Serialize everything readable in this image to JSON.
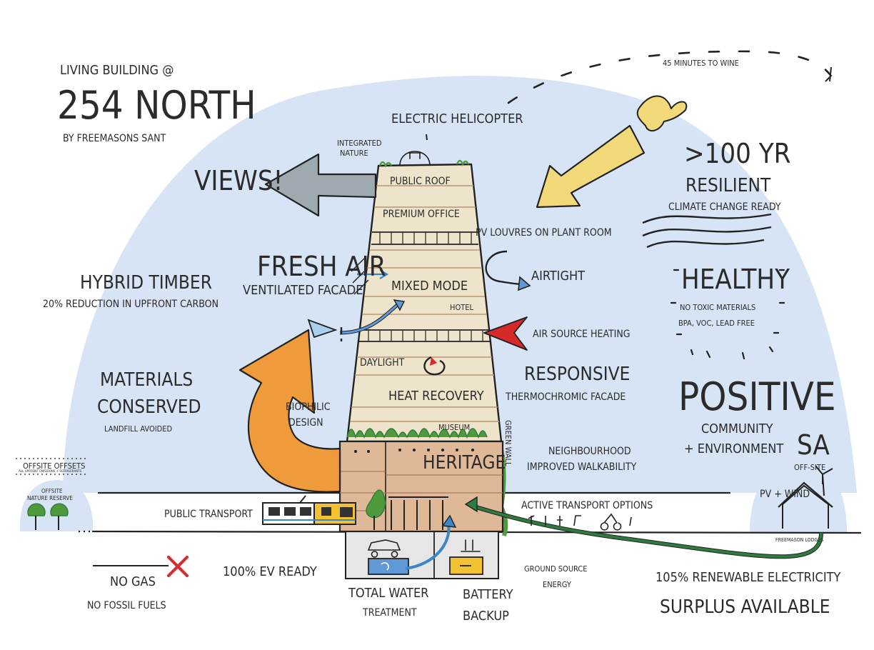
{
  "header": {
    "line1": "LIVING BUILDING @",
    "line2": "254 NORTH",
    "line3": "BY FREEMASONS SANT"
  },
  "top": {
    "wine": "45 MINUTES TO WINE",
    "helicopter": "ELECTRIC HELICOPTER",
    "integrated_1": "INTEGRATED",
    "integrated_2": "NATURE",
    "views": "VIEWS!"
  },
  "tower": {
    "public_roof": "PUBLIC ROOF",
    "premium_office": "PREMIUM OFFICE",
    "mixed_mode": "MIXED MODE",
    "hotel": "HOTEL",
    "daylight": "DAYLIGHT",
    "heat_recovery": "HEAT RECOVERY",
    "museum": "MUSEUM",
    "green_wall": "GREEN WALL",
    "heritage": "HERITAGE"
  },
  "left": {
    "fresh_air": "FRESH AIR",
    "ventilated": "VENTILATED FACADE",
    "hybrid": "HYBRID TIMBER",
    "hybrid_sub": "20% REDUCTION IN UPFRONT CARBON",
    "materials_1": "MATERIALS",
    "materials_2": "CONSERVED",
    "landfill": "LANDFILL AVOIDED",
    "bio_1": "BIOPHILIC",
    "bio_2": "DESIGN",
    "offsets": "OFFSITE OFFSETS",
    "offsets_small": "ALL UPFRONT EMISSIONS + REFRIGERANTS",
    "reserve_1": "OFFSITE",
    "reserve_2": "NATURE RESERVE",
    "public_transport": "PUBLIC TRANSPORT",
    "no_gas": "NO GAS",
    "no_fossil": "NO FOSSIL FUELS",
    "ev": "100% EV READY",
    "water_1": "TOTAL WATER",
    "water_2": "TREATMENT",
    "battery_1": "BATTERY",
    "battery_2": "BACKUP"
  },
  "right": {
    "pv_louvres": "PV LOUVRES ON PLANT ROOM",
    "airtight": "AIRTIGHT",
    "air_source": "AIR SOURCE HEATING",
    "responsive": "RESPONSIVE",
    "thermo": "THERMOCHROMIC FACADE",
    "neighbourhood": "NEIGHBOURHOOD",
    "walkability": "IMPROVED WALKABILITY",
    "active": "ACTIVE TRANSPORT OPTIONS",
    "ground_1": "GROUND SOURCE",
    "ground_2": "ENERGY",
    "yr": ">100 YR",
    "resilient": "RESILIENT",
    "climate": "CLIMATE CHANGE READY",
    "healthy": "HEALTHY",
    "toxic": "NO TOXIC MATERIALS",
    "bpa": "BPA, VOC, LEAD FREE",
    "positive": "POSITIVE",
    "community": "COMMUNITY",
    "environment": "+ ENVIRONMENT",
    "sa": "SA",
    "offsite": "OFF-SITE",
    "pvwind": "PV + WIND",
    "lodges": "FREEMASON LODGES",
    "renewable": "105% RENEWABLE ELECTRICITY",
    "surplus": "SURPLUS AVAILABLE"
  },
  "colors": {
    "sky": "#d6e4f5",
    "tower": "#ede4cb",
    "heritage": "#dfb898",
    "orange": "#ef9b3b",
    "grey_arrow": "#9eaaaf",
    "sun_arrow": "#f1d97a",
    "red_arrow": "#d7282a",
    "blue_accent": "#3d86c6",
    "green": "#2f7a3e",
    "leaf": "#4e9a3c",
    "x_red": "#cf3030",
    "train_yellow": "#f3c233",
    "box_blue": "#5f9ad6",
    "battery_yellow": "#f3c233"
  }
}
